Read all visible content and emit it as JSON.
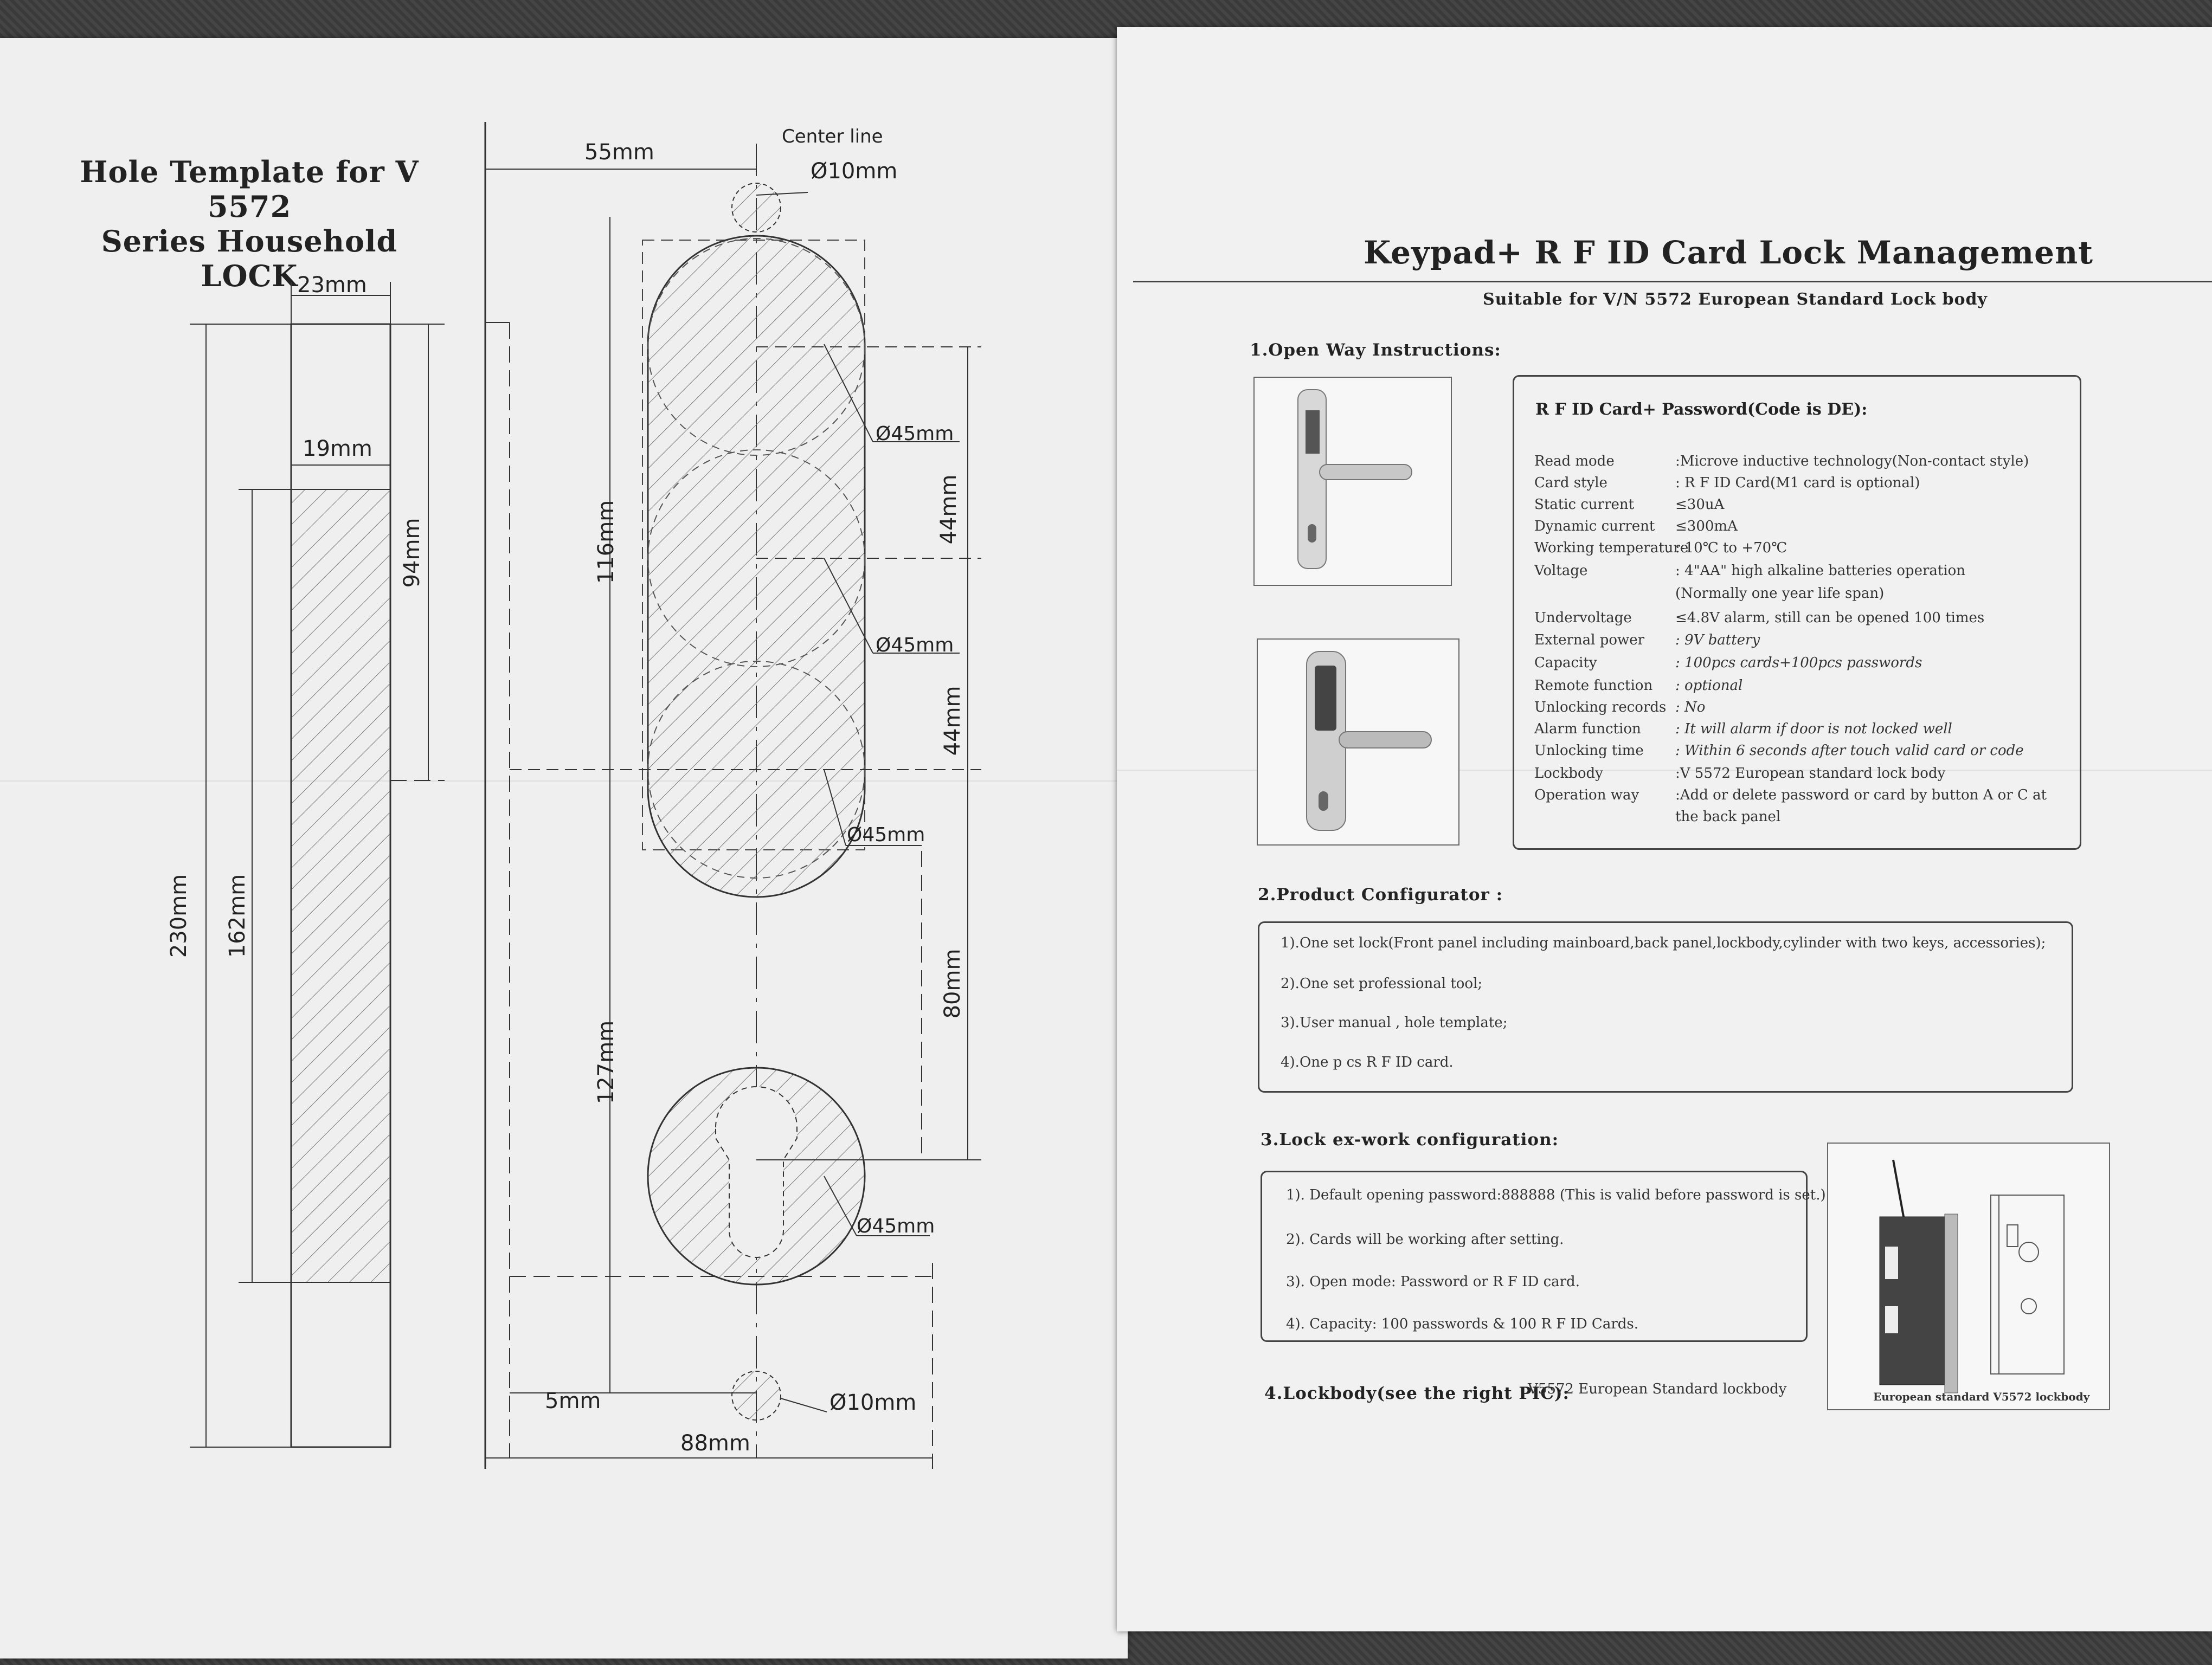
{
  "template": {
    "title_line1": "Hole Template for V 5572",
    "title_line2": "Series Household LOCK",
    "dims": {
      "d23": "23mm",
      "d19": "19mm",
      "d94": "94mm",
      "d230": "230mm",
      "d162": "162mm",
      "d55": "55mm",
      "center_line": "Center line",
      "d10_top": "Ø10mm",
      "d116": "116mm",
      "d127": "127mm",
      "d45_1": "Ø45mm",
      "d45_2": "Ø45mm",
      "d45_3": "Ø45mm",
      "d45_4": "Ø45mm",
      "d44_1": "44mm",
      "d44_2": "44mm",
      "d80": "80mm",
      "d5": "5mm",
      "d10_bottom": "Ø10mm",
      "d88": "88mm"
    }
  },
  "manual": {
    "title": "Keypad+ R F ID Card Lock Management",
    "subtitle": "Suitable for V/N 5572 European Standard Lock body",
    "section1": {
      "heading": "1.Open Way Instructions:",
      "box_title": "R F ID Card+ Password(Code is DE):",
      "specs": [
        {
          "k": "Read mode",
          "v": ":Microve inductive technology(Non-contact style)"
        },
        {
          "k": "Card style",
          "v": ": R F ID Card(M1 card is optional)"
        },
        {
          "k": "Static current",
          "v": "≤30uA"
        },
        {
          "k": "Dynamic current",
          "v": "≤300mA"
        },
        {
          "k": "Working temperature",
          "v": ":-10℃ to +70℃"
        },
        {
          "k": "Voltage",
          "v": ": 4\"AA\" high alkaline batteries operation"
        },
        {
          "k": "",
          "v": "(Normally one year life span)"
        },
        {
          "k": "Undervoltage",
          "v": "≤4.8V alarm, still can be opened 100 times"
        },
        {
          "k": "External power",
          "v": ": 9V battery"
        },
        {
          "k": "Capacity",
          "v": ": 100pcs cards+100pcs  passwords"
        },
        {
          "k": "Remote function",
          "v": ": optional"
        },
        {
          "k": "Unlocking records",
          "v": ": No"
        },
        {
          "k": "Alarm function",
          "v": ": It will alarm if door is not locked well"
        },
        {
          "k": "Unlocking time",
          "v": ": Within 6 seconds after touch valid card or code"
        },
        {
          "k": "Lockbody",
          "v": ":V 5572 European standard lock body"
        },
        {
          "k": "Operation way",
          "v": ":Add or delete password or card by button A or C at"
        },
        {
          "k": "",
          "v": "the back panel"
        }
      ]
    },
    "section2": {
      "heading": "2.Product Configurator :",
      "items": [
        "1).One set lock(Front panel including mainboard,back panel,lockbody,cylinder with two keys, accessories);",
        "2).One set professional tool;",
        "3).User manual , hole template;",
        "4).One p cs R F ID card."
      ]
    },
    "section3": {
      "heading": "3.Lock ex-work configuration:",
      "items": [
        "1). Default opening password:888888 (This is valid before password is set.)",
        "2). Cards will be working after setting.",
        "3). Open mode: Password or R F ID card.",
        "4). Capacity: 100  passwords & 100 R F ID Cards."
      ]
    },
    "section4": {
      "heading": "4.Lockbody(see the right PIC):",
      "text": "V5572 European Standard lockbody",
      "caption": "European standard V5572 lockbody"
    }
  }
}
